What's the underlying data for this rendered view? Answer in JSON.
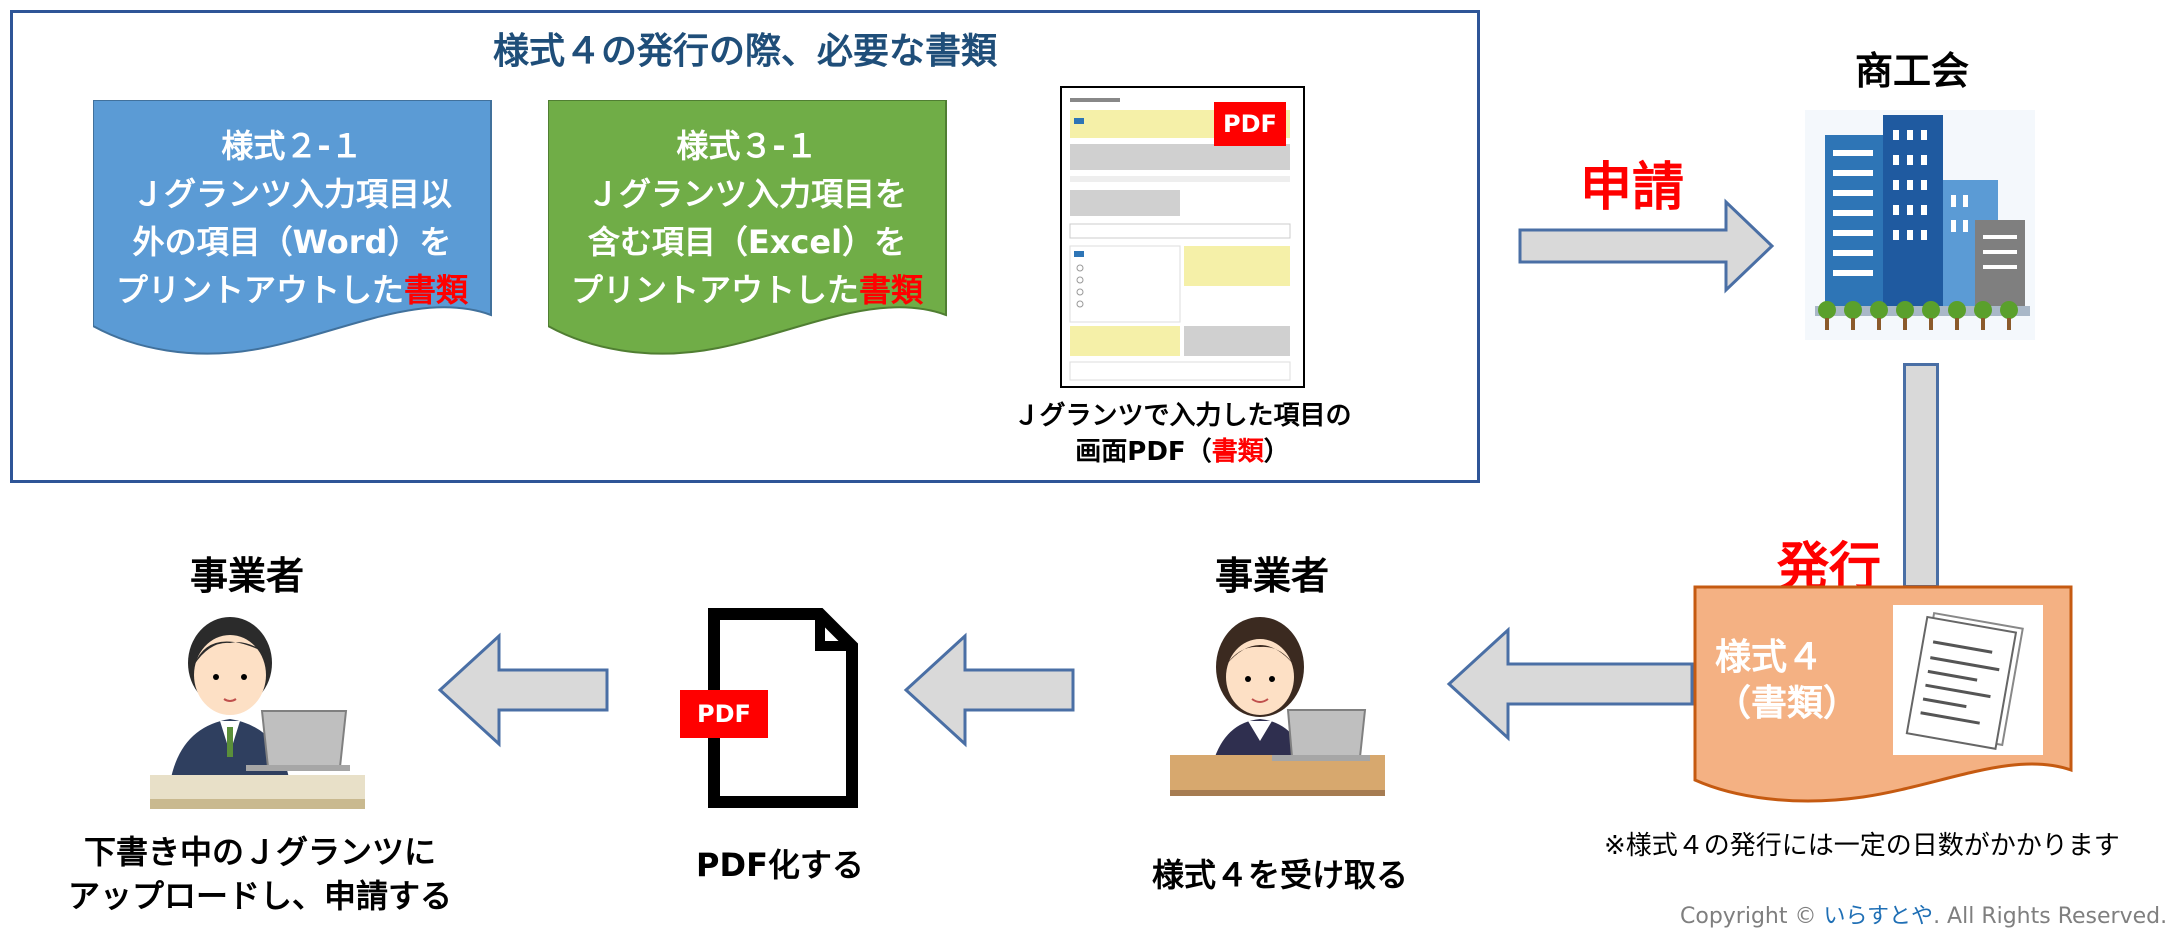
{
  "panel": {
    "title": "様式４の発行の際、必要な書類",
    "doc_blue": {
      "line1": "様式２-１",
      "line2": "Ｊグランツ入力項目以",
      "line3": "外の項目（Word）を",
      "line4_prefix": "プリントアウトした",
      "line4_red": "書類"
    },
    "doc_green": {
      "line1": "様式３-１",
      "line2": "Ｊグランツ入力項目を",
      "line3": "含む項目（Excel）を",
      "line4_prefix": "プリントアウトした",
      "line4_red": "書類"
    },
    "screen_pdf": {
      "badge": "PDF",
      "caption_line1": "Ｊグランツで入力した項目の",
      "caption_line2_prefix": "画面PDF（",
      "caption_line2_red": "書類",
      "caption_line2_suffix": "）"
    }
  },
  "right": {
    "chamber_label": "商工会",
    "apply_label": "申請",
    "issue_label": "発行",
    "form4_line1": "様式４",
    "form4_line2": "（書類）",
    "note": "※様式４の発行には一定の日数がかかります",
    "copyright_prefix": "Copyright ©",
    "copyright_link": "いらすとや",
    "copyright_suffix": ". All Rights Reserved."
  },
  "bottom": {
    "receiver_title": "事業者",
    "receiver_caption": "様式４を受け取る",
    "pdf_badge": "PDF",
    "pdf_caption": "PDF化する",
    "uploader_title": "事業者",
    "uploader_caption_line1": "下書き中のＪグランツに",
    "uploader_caption_line2": "アップロードし、申請する"
  },
  "colors": {
    "panel_border": "#2e5597",
    "title_blue": "#1f4e79",
    "doc_blue": "#5b9bd5",
    "doc_green": "#70ad47",
    "form4_orange": "#f4b183",
    "arrow_fill": "#d9d9d9",
    "arrow_stroke": "#4a6fa5",
    "red": "#ff0000"
  }
}
